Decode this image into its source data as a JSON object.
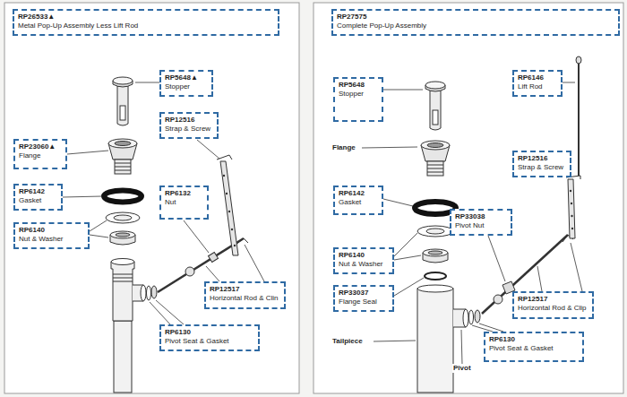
{
  "diagram": {
    "nodes": [
      {
        "text": [
          "RP26533▲",
          "Metal Pop-Up Assembly Less Lift Rod"
        ]
      },
      {
        "text": [
          "RP5648▲",
          "Stopper"
        ]
      },
      {
        "text": [
          "RP12516",
          "Strap & Screw"
        ]
      },
      {
        "text": [
          "RP23060▲",
          "Flange"
        ]
      },
      {
        "text": [
          "RP6142",
          "Gasket"
        ]
      },
      {
        "text": [
          "RP6132",
          "Nut"
        ]
      },
      {
        "text": [
          "RP6140",
          "Nut & Washer"
        ]
      },
      {
        "text": [
          "RP12517",
          "Horizontal Rod & Clin"
        ]
      },
      {
        "text": [
          "RP6130",
          "Pivot Seat & Gasket"
        ]
      },
      {
        "text": [
          "RP27575",
          "Complete Pop-Up Assembly"
        ]
      },
      {
        "text": [
          "RP6146",
          "Lift Rod"
        ]
      },
      {
        "text": [
          "RP5648",
          "Stopper"
        ]
      },
      {
        "text": [
          "RP12516",
          "Strap & Screw"
        ]
      },
      {
        "text": [
          "RP6142",
          "Gasket"
        ]
      },
      {
        "text": [
          "RP33038",
          "Pivot Nut"
        ]
      },
      {
        "text": [
          "RP6140",
          "Nut & Washer"
        ]
      },
      {
        "text": [
          "RP33037",
          "Flange Seal"
        ]
      },
      {
        "text": [
          "RP12517",
          "Horizontal Rod & Clip"
        ]
      },
      {
        "text": [
          "RP6130",
          "Pivot Seat & Gasket"
        ]
      }
    ],
    "labels": [
      "Flange",
      "Tailpiece",
      "Pivot"
    ]
  }
}
